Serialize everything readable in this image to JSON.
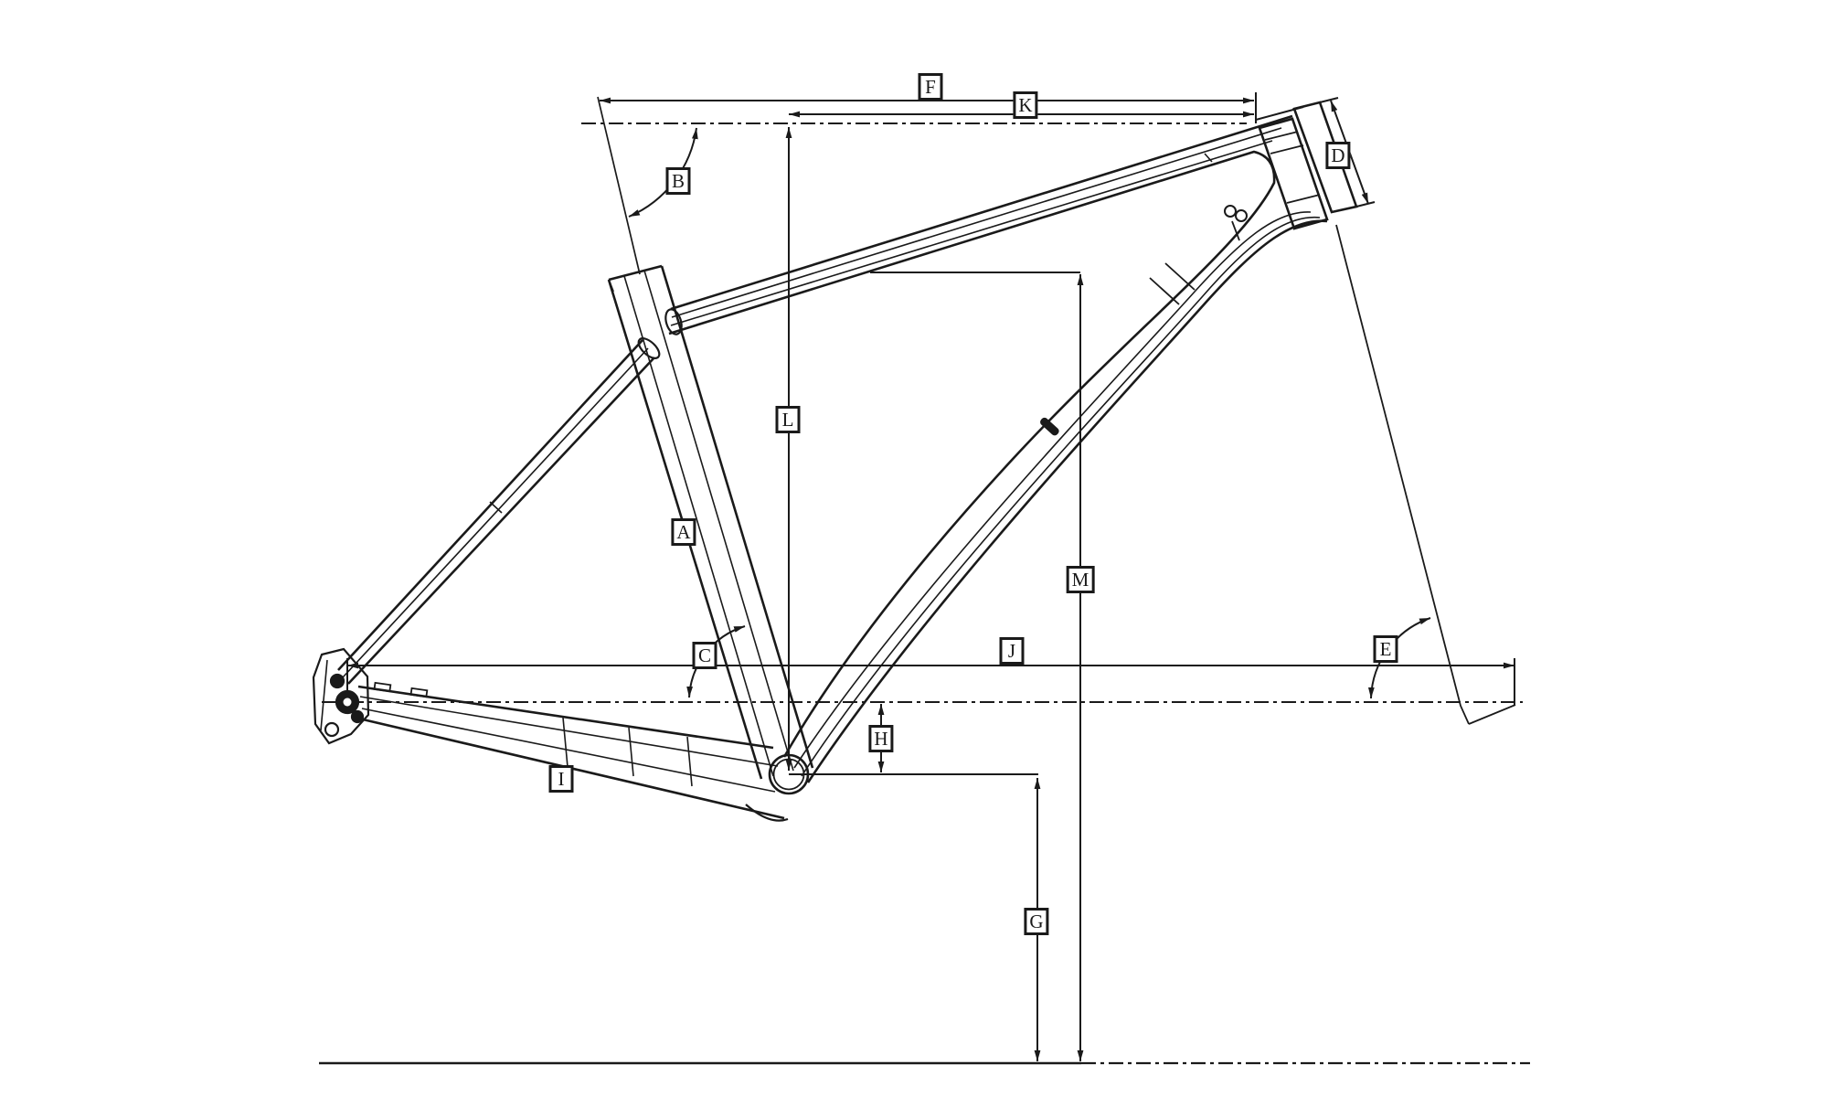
{
  "dimension_labels": {
    "A": "A",
    "B": "B",
    "C": "C",
    "D": "D",
    "E": "E",
    "F": "F",
    "G": "G",
    "H": "H",
    "I": "I",
    "J": "J",
    "K": "K",
    "L": "L",
    "M": "M"
  },
  "colors": {
    "line": "#1a1a1a",
    "background": "#ffffff",
    "label_text": "#1a1a1a"
  }
}
